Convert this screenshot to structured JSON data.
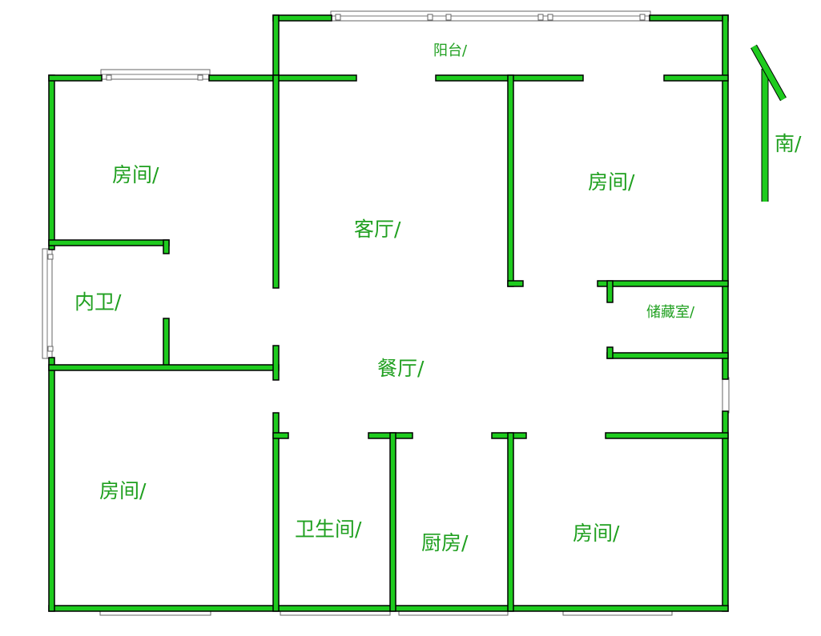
{
  "rooms": {
    "balcony": "阳台/",
    "bedroom_top_left": "房间/",
    "living_room": "客厅/",
    "bedroom_top_right": "房间/",
    "ensuite_bath": "内卫/",
    "storage_room": "储藏室/",
    "dining_room": "餐厅/",
    "bedroom_bottom_left": "房间/",
    "bathroom": "卫生间/",
    "kitchen": "厨房/",
    "bedroom_bottom_right": "房间/"
  },
  "compass": {
    "label": "南/"
  },
  "colors": {
    "wall": "#1ecb1e",
    "label": "#20a020"
  }
}
